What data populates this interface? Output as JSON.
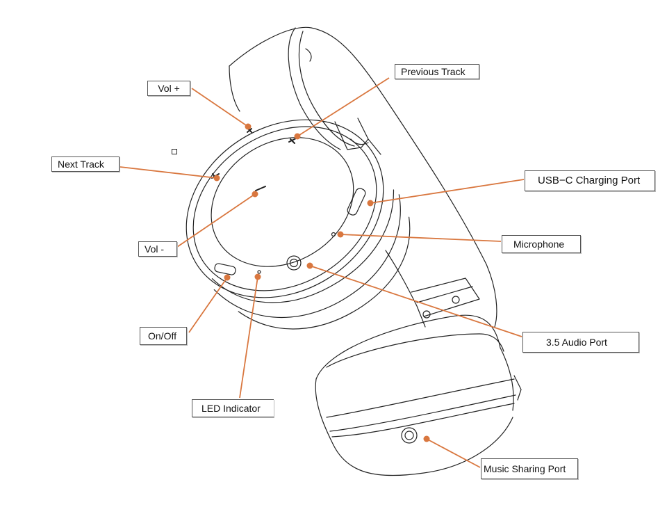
{
  "diagram": {
    "labels": {
      "vol_plus": "Vol +",
      "previous_track": "Previous Track",
      "next_track": "Next Track",
      "usb_c": "USB−C Charging Port",
      "vol_minus": "Vol -",
      "microphone": "Microphone",
      "on_off": "On/Off",
      "audio_port": "3.5 Audio Port",
      "led_indicator": "LED Indicator",
      "music_sharing": "Music Sharing Port"
    },
    "colors": {
      "leader": "#d9773f",
      "outline": "#222222",
      "background": "#ffffff"
    }
  }
}
